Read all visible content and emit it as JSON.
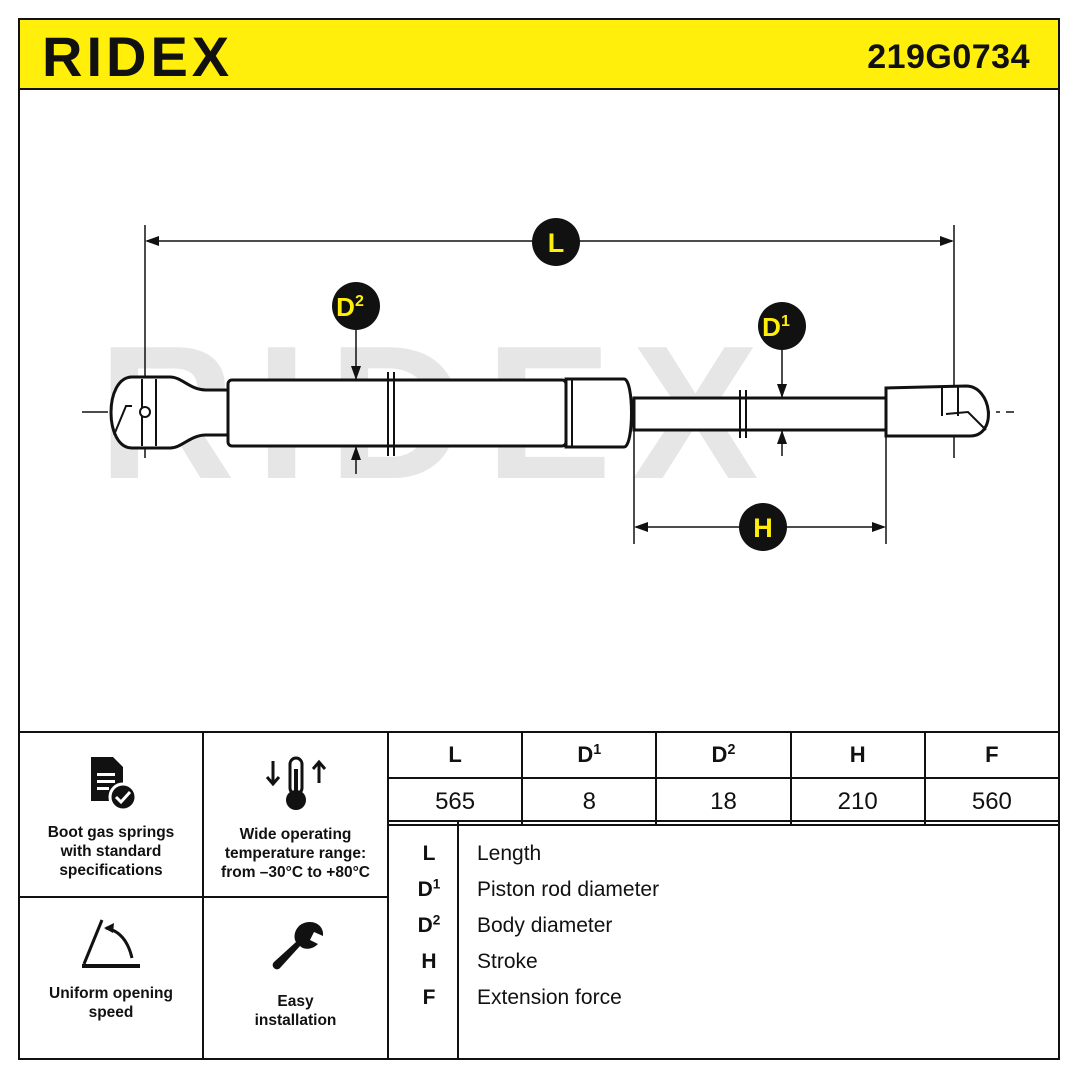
{
  "header": {
    "brand": "RIDEX",
    "part_number": "219G0734",
    "background_color": "#ffef0a"
  },
  "drawing": {
    "watermark": "RIDEX",
    "markers": {
      "L": "L",
      "D2_base": "D",
      "D2_sup": "2",
      "D1_base": "D",
      "D1_sup": "1",
      "H": "H"
    },
    "marker_color": "#ffef0a"
  },
  "features": [
    {
      "icon": "document-check-icon",
      "line1": "Boot gas springs",
      "line2": "with standard",
      "line3": "specifications"
    },
    {
      "icon": "thermometer-icon",
      "line1": "Wide operating",
      "line2": "temperature range:",
      "line3": "from –30°C to +80°C"
    },
    {
      "icon": "opening-angle-icon",
      "line1": "Uniform opening",
      "line2": "speed"
    },
    {
      "icon": "wrench-icon",
      "line1": "Easy",
      "line2": "installation"
    }
  ],
  "specs": {
    "headers": [
      {
        "base": "L",
        "sup": ""
      },
      {
        "base": "D",
        "sup": "1"
      },
      {
        "base": "D",
        "sup": "2"
      },
      {
        "base": "H",
        "sup": ""
      },
      {
        "base": "F",
        "sup": ""
      }
    ],
    "values": [
      "565",
      "8",
      "18",
      "210",
      "560"
    ]
  },
  "legend": [
    {
      "base": "L",
      "sup": "",
      "desc": "Length"
    },
    {
      "base": "D",
      "sup": "1",
      "desc": "Piston rod diameter"
    },
    {
      "base": "D",
      "sup": "2",
      "desc": "Body diameter"
    },
    {
      "base": "H",
      "sup": "",
      "desc": "Stroke"
    },
    {
      "base": "F",
      "sup": "",
      "desc": "Extension force"
    }
  ]
}
